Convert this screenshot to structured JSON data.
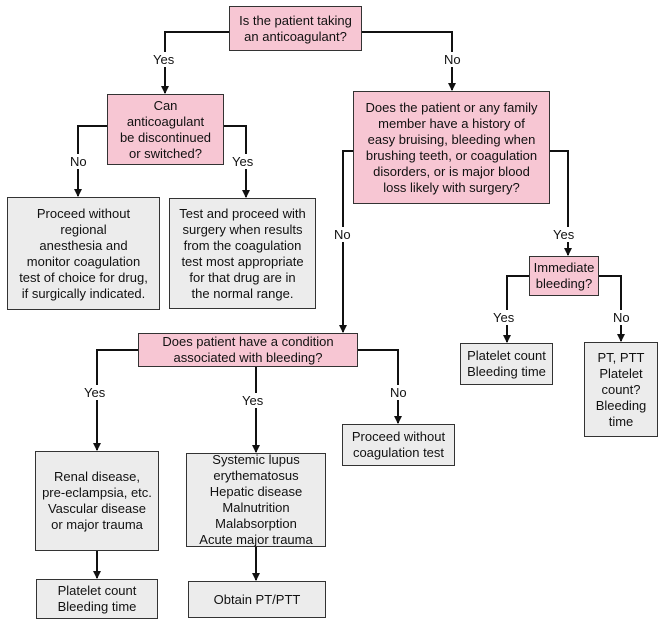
{
  "nodes": {
    "q_anticoagulant": [
      "Is the patient taking",
      "an anticoagulant?"
    ],
    "q_discontinue": [
      "Can",
      "anticoagulant",
      "be discontinued",
      "or switched?"
    ],
    "q_history": [
      "Does the patient or any family",
      "member have a history of",
      "easy bruising, bleeding when",
      "brushing teeth, or coagulation",
      "disorders, or is major blood",
      "loss likely with surgery?"
    ],
    "r_without_regional": [
      "Proceed without",
      "regional",
      "anesthesia and",
      "monitor coagulation",
      "test of choice for drug,",
      "if surgically indicated."
    ],
    "r_test_proceed": [
      "Test and proceed with",
      "surgery when results",
      "from the  coagulation",
      "test most appropriate",
      "for that drug are in",
      "the normal range."
    ],
    "q_immediate": [
      "Immediate",
      "bleeding?"
    ],
    "q_condition": [
      "Does patient have a condition",
      "associated with bleeding?"
    ],
    "r_platelet_right": [
      "Platelet count",
      "Bleeding time"
    ],
    "r_pt_ptt": [
      "PT, PTT",
      "Platelet",
      "count?",
      "Bleeding",
      "time"
    ],
    "r_renal": [
      "Renal disease,",
      "pre-eclampsia, etc.",
      "Vascular disease",
      "or major trauma"
    ],
    "r_systemic": [
      "Systemic lupus",
      "erythematosus",
      "Hepatic disease",
      "Malnutrition",
      "Malabsorption",
      "Acute major trauma"
    ],
    "r_without_coag": [
      "Proceed without",
      "coagulation test"
    ],
    "r_platelet_bottom": [
      "Platelet count",
      "Bleeding time"
    ],
    "r_obtain": [
      "Obtain PT/PTT"
    ]
  },
  "edge_labels": {
    "yes": "Yes",
    "no": "No"
  },
  "colors": {
    "question_fill": "#f7c6d3",
    "result_fill": "#ececec",
    "line": "#111111"
  }
}
